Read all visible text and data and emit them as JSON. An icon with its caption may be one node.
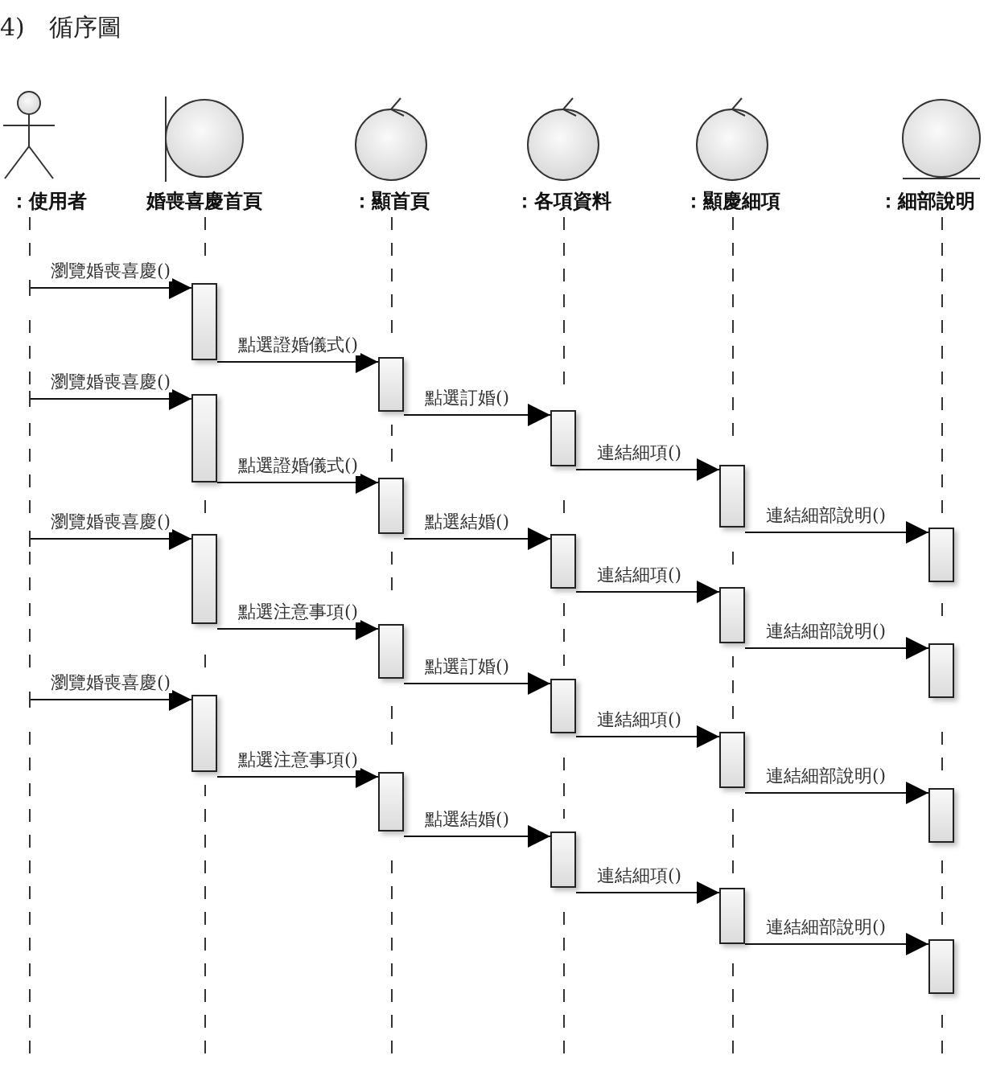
{
  "diagram": {
    "title": "4)　循序圖",
    "nodes": [
      {
        "text": [
          "：使用者"
        ]
      },
      {
        "text": [
          "婚喪喜慶首頁"
        ]
      },
      {
        "text": [
          "：顯首頁"
        ]
      },
      {
        "text": [
          "：各項資料"
        ]
      },
      {
        "text": [
          "：顯慶細項"
        ]
      },
      {
        "text": [
          "：細部說明"
        ]
      },
      {
        "text": [],
        "shape": "bar",
        "in": 1
      },
      {
        "text": [],
        "shape": "bar",
        "in": 1
      },
      {
        "text": [],
        "shape": "bar",
        "in": 1
      },
      {
        "text": [],
        "shape": "bar",
        "in": 1
      },
      {
        "text": [],
        "shape": "bar",
        "in": 2
      },
      {
        "text": [],
        "shape": "bar",
        "in": 2
      },
      {
        "text": [],
        "shape": "bar",
        "in": 2
      },
      {
        "text": [],
        "shape": "bar",
        "in": 2
      },
      {
        "text": [],
        "shape": "bar",
        "in": 3
      },
      {
        "text": [],
        "shape": "bar",
        "in": 3
      },
      {
        "text": [],
        "shape": "bar",
        "in": 3
      },
      {
        "text": [],
        "shape": "bar",
        "in": 3
      },
      {
        "text": [],
        "shape": "bar",
        "in": 4
      },
      {
        "text": [],
        "shape": "bar",
        "in": 4
      },
      {
        "text": [],
        "shape": "bar",
        "in": 4
      },
      {
        "text": [],
        "shape": "bar",
        "in": 4
      },
      {
        "text": [],
        "shape": "bar",
        "in": 5
      },
      {
        "text": [],
        "shape": "bar",
        "in": 5
      },
      {
        "text": [],
        "shape": "bar",
        "in": 5
      },
      {
        "text": [],
        "shape": "bar",
        "in": 5
      }
    ],
    "edges": [
      {
        "from": 0,
        "to": 6,
        "arrow": "to",
        "label": "瀏覽婚喪喜慶()"
      },
      {
        "from": 6,
        "to": 10,
        "arrow": "to",
        "label": "點選證婚儀式()"
      },
      {
        "from": 0,
        "to": 7,
        "arrow": "to",
        "label": "瀏覽婚喪喜慶()"
      },
      {
        "from": 10,
        "to": 14,
        "arrow": "to",
        "label": "點選訂婚()"
      },
      {
        "from": 14,
        "to": 18,
        "arrow": "to",
        "label": "連結細項()"
      },
      {
        "from": 7,
        "to": 11,
        "arrow": "to",
        "label": "點選證婚儀式()"
      },
      {
        "from": 18,
        "to": 22,
        "arrow": "to",
        "label": "連結細部說明()"
      },
      {
        "from": 0,
        "to": 8,
        "arrow": "to",
        "label": "瀏覽婚喪喜慶()"
      },
      {
        "from": 11,
        "to": 15,
        "arrow": "to",
        "label": "點選結婚()"
      },
      {
        "from": 15,
        "to": 19,
        "arrow": "to",
        "label": "連結細項()"
      },
      {
        "from": 8,
        "to": 12,
        "arrow": "to",
        "label": "點選注意事項()"
      },
      {
        "from": 19,
        "to": 23,
        "arrow": "to",
        "label": "連結細部說明()"
      },
      {
        "from": 12,
        "to": 16,
        "arrow": "to",
        "label": "點選訂婚()"
      },
      {
        "from": 0,
        "to": 9,
        "arrow": "to",
        "label": "瀏覽婚喪喜慶()"
      },
      {
        "from": 16,
        "to": 20,
        "arrow": "to",
        "label": "連結細項()"
      },
      {
        "from": 9,
        "to": 13,
        "arrow": "to",
        "label": "點選注意事項()"
      },
      {
        "from": 20,
        "to": 24,
        "arrow": "to",
        "label": "連結細部說明()"
      },
      {
        "from": 13,
        "to": 17,
        "arrow": "to",
        "label": "點選結婚()"
      },
      {
        "from": 17,
        "to": 21,
        "arrow": "to",
        "label": "連結細項()"
      },
      {
        "from": 21,
        "to": 25,
        "arrow": "to",
        "label": "連結細部說明()"
      }
    ]
  }
}
